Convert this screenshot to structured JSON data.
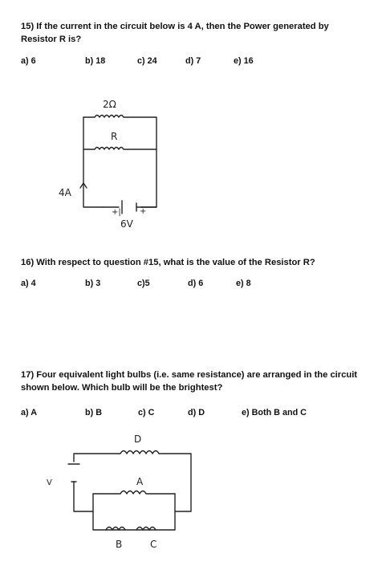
{
  "q15": {
    "text": "15) If the current in the circuit below is 4 A, then the Power generated by Resistor R is?",
    "options": [
      "a) 6",
      "b) 18",
      "c) 24",
      "d) 7",
      "e) 16"
    ],
    "circuit1": {
      "label_2ohm": "2Ω",
      "label_R": "R",
      "label_current": "4A",
      "label_battery_pos": "+|",
      "label_battery_neg": "+",
      "label_voltage": "6V"
    }
  },
  "q16": {
    "text": "16) With respect to question #15, what is the value of the Resistor R?",
    "options": [
      "a) 4",
      "b) 3",
      "c)5",
      "d) 6",
      "e) 8"
    ]
  },
  "q17": {
    "text": "17) Four equivalent light bulbs (i.e. same resistance) are arranged in the circuit shown below. Which bulb will be the brightest?",
    "options": [
      "a) A",
      "b) B",
      "c) C",
      "d) D",
      "e) Both B and C"
    ],
    "circuit2": {
      "label_D": "D",
      "label_A": "A",
      "label_B": "B",
      "label_C": "C",
      "label_V": "V"
    }
  }
}
